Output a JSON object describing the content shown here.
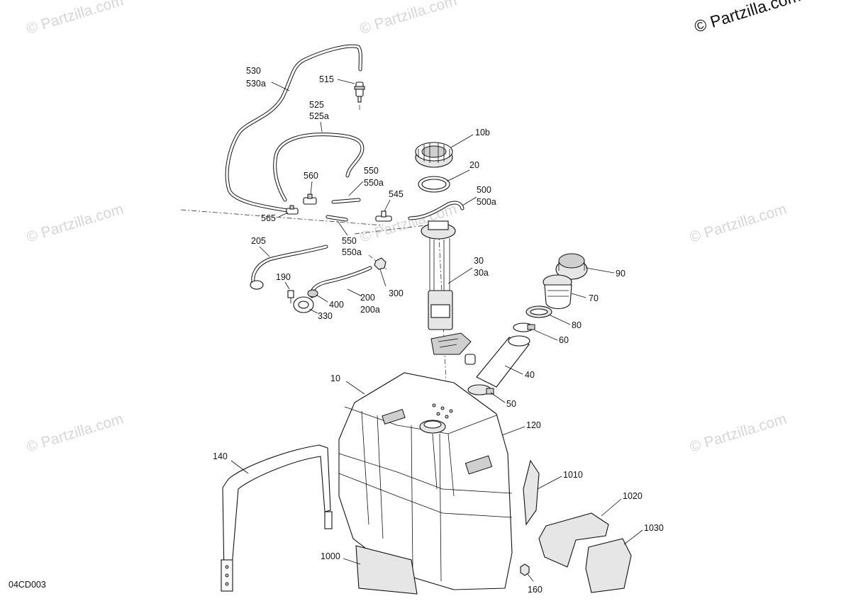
{
  "watermark": {
    "text": "© Partzilla.com"
  },
  "copyright": {
    "text": "© Partzilla.com"
  },
  "diagram_code": "04CD003",
  "callouts": {
    "c530": "530",
    "c530a": "530a",
    "c515": "515",
    "c525": "525",
    "c525a": "525a",
    "c10b": "10b",
    "c20": "20",
    "c550": "550",
    "c550a": "550a",
    "c560": "560",
    "c545": "545",
    "c500": "500",
    "c500a": "500a",
    "c565": "565",
    "c550b": "550",
    "c550ba": "550a",
    "c205": "205",
    "c30": "30",
    "c30a": "30a",
    "c90": "90",
    "c190": "190",
    "c70": "70",
    "c300": "300",
    "c400": "400",
    "c200": "200",
    "c200a": "200a",
    "c330": "330",
    "c80": "80",
    "c60": "60",
    "c40": "40",
    "c10": "10",
    "c50": "50",
    "c120": "120",
    "c140": "140",
    "c1010": "1010",
    "c1020": "1020",
    "c1030": "1030",
    "c1000": "1000",
    "c160": "160"
  }
}
